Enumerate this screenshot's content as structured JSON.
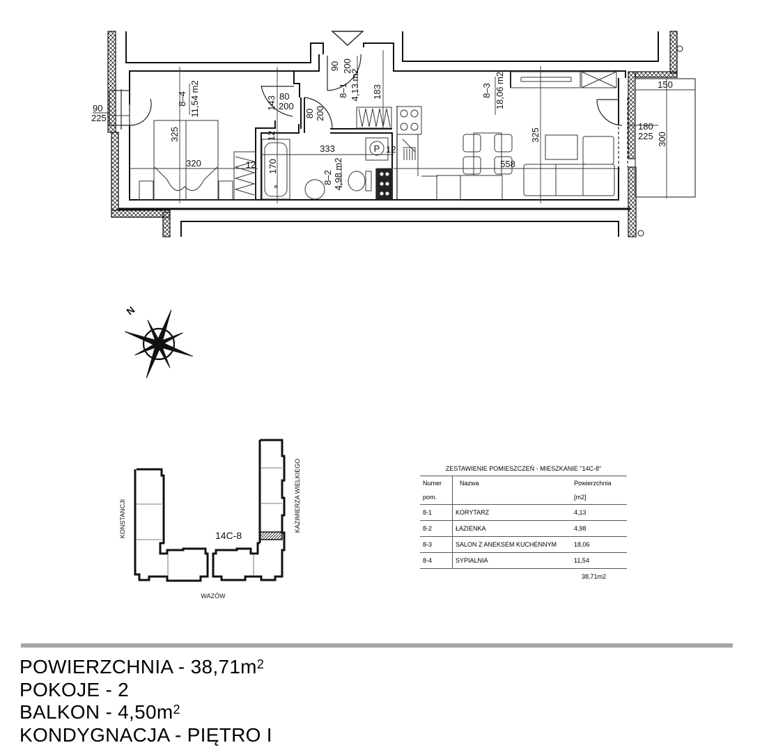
{
  "plan": {
    "labels": {
      "window_left_w": "90",
      "window_left_h": "225",
      "room4_id": "8–4",
      "room4_area": "11,54 m2",
      "room4_len": "325",
      "room4_width": "320",
      "door_bed_offset": "143",
      "door_bed_w": "80",
      "door_bed_h": "200",
      "door_bath_w": "80",
      "door_bath_h": "200",
      "wall_12a": "12",
      "wall_12b": "12",
      "wall_12c": "12",
      "bath_len": "170",
      "bath_span": "333",
      "room2_id": "8–2",
      "room2_area": "4,98 m2",
      "shaft": "P",
      "entry_w": "90",
      "entry_h": "200",
      "room1_id": "8–1",
      "room1_area": "4,13 m2",
      "corridor_len": "183",
      "room3_id": "8–3",
      "room3_area": "18,06 m2",
      "room3_len": "325",
      "room3_width": "558",
      "balcony_w": "150",
      "balcony_len": "300",
      "balcony_door_w": "180",
      "balcony_door_h": "225"
    },
    "compass_label": "N"
  },
  "site": {
    "street_west": "KONSTANCJI",
    "street_east": "KAZIMIERZA WIELKIEGO",
    "street_south": "WAZÓW",
    "unit_label": "14C-8"
  },
  "table": {
    "title": "ZESTAWIENIE POMIESZCZEŃ - MIESZKANIE \"14C-8\"",
    "headers": {
      "num1": "Numer",
      "num2": "pom.",
      "name": "Nazwa",
      "area1": "Powierzchnia",
      "area2": "[m2]"
    },
    "rows": [
      {
        "num": "8-1",
        "name": "KORYTARZ",
        "area": "4,13"
      },
      {
        "num": "8-2",
        "name": "ŁAZIENKA",
        "area": "4,98"
      },
      {
        "num": "8-3",
        "name": "SALON Z ANEKSEM KUCHENNYM",
        "area": "18,06"
      },
      {
        "num": "8-4",
        "name": "SYPIALNIA",
        "area": "11,54"
      }
    ],
    "total": "38,71m2"
  },
  "summary": {
    "area_label": "POWIERZCHNIA - 38,71m",
    "area_sup": "2",
    "rooms": "POKOJE - 2",
    "balcony_label": "BALKON - 4,50m",
    "balcony_sup": "2",
    "floor": "KONDYGNACJA - PIĘTRO I"
  },
  "colors": {
    "separator": "#a6a6a6",
    "line": "#111111"
  }
}
